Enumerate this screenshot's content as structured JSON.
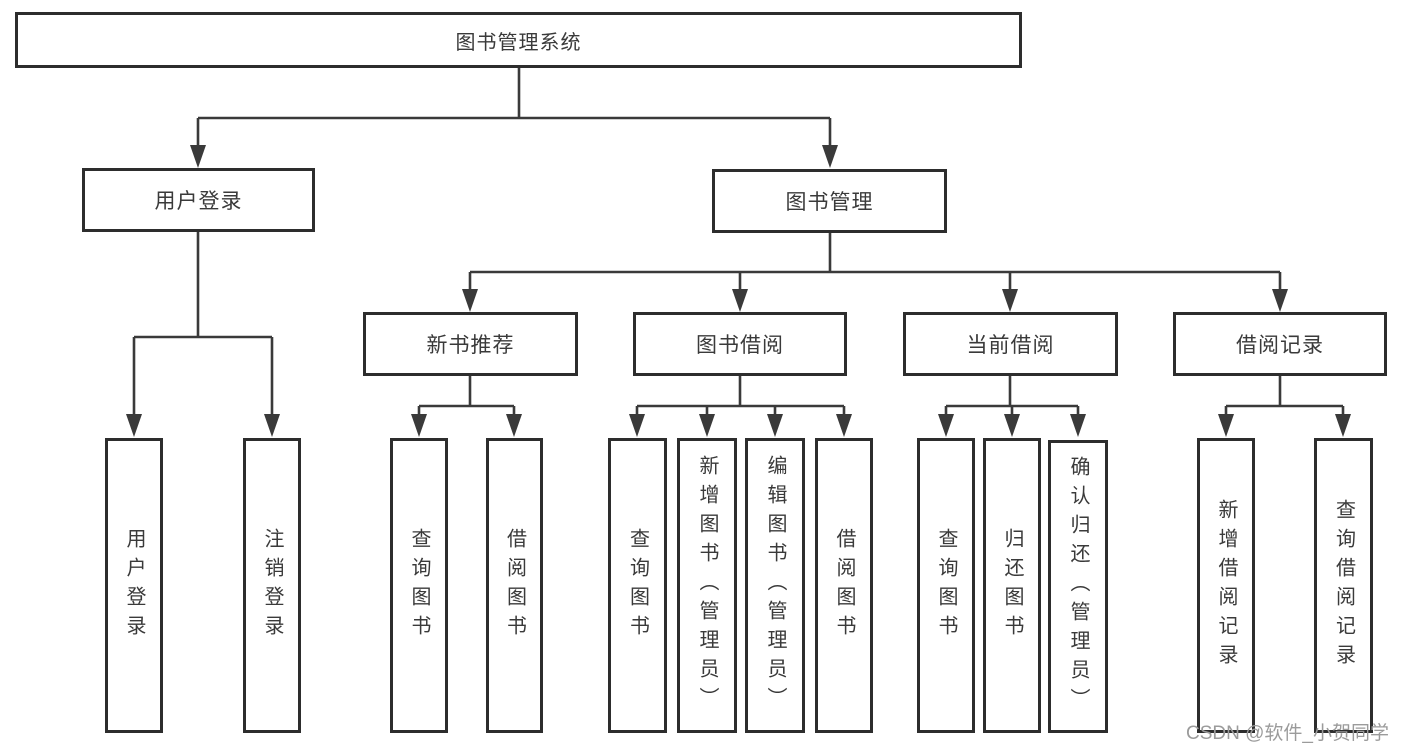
{
  "diagram": {
    "title": "图书管理系统",
    "watermark": "CSDN @软件_小贺同学",
    "colors": {
      "line": "#3a3a3a",
      "box_border": "#2d2d2d",
      "text": "#3a3a3a",
      "watermark": "#9b9b9b",
      "background": "#ffffff"
    },
    "nodes": {
      "root": {
        "label": "图书管理系统"
      },
      "user_login": {
        "label": "用户登录"
      },
      "book_mgmt": {
        "label": "图书管理"
      },
      "new_book_rec": {
        "label": "新书推荐"
      },
      "book_borrow": {
        "label": "图书借阅"
      },
      "current_borrow": {
        "label": "当前借阅"
      },
      "borrow_records": {
        "label": "借阅记录"
      },
      "leaf_user_login": {
        "label": "用户登录"
      },
      "leaf_logout": {
        "label": "注销登录"
      },
      "leaf_rec_query_books": {
        "label": "查询图书"
      },
      "leaf_rec_borrow_books": {
        "label": "借阅图书"
      },
      "leaf_borrow_query_books": {
        "label": "查询图书"
      },
      "leaf_borrow_add_books": {
        "label": "新增图书（管理员）"
      },
      "leaf_borrow_edit_books": {
        "label": "编辑图书（管理员）"
      },
      "leaf_borrow_borrow_books": {
        "label": "借阅图书"
      },
      "leaf_current_query_books": {
        "label": "查询图书"
      },
      "leaf_current_return_books": {
        "label": "归还图书"
      },
      "leaf_current_confirm_return": {
        "label": "确认归还（管理员）"
      },
      "leaf_records_add_record": {
        "label": "新增借阅记录"
      },
      "leaf_records_query_record": {
        "label": "查询借阅记录"
      }
    }
  }
}
